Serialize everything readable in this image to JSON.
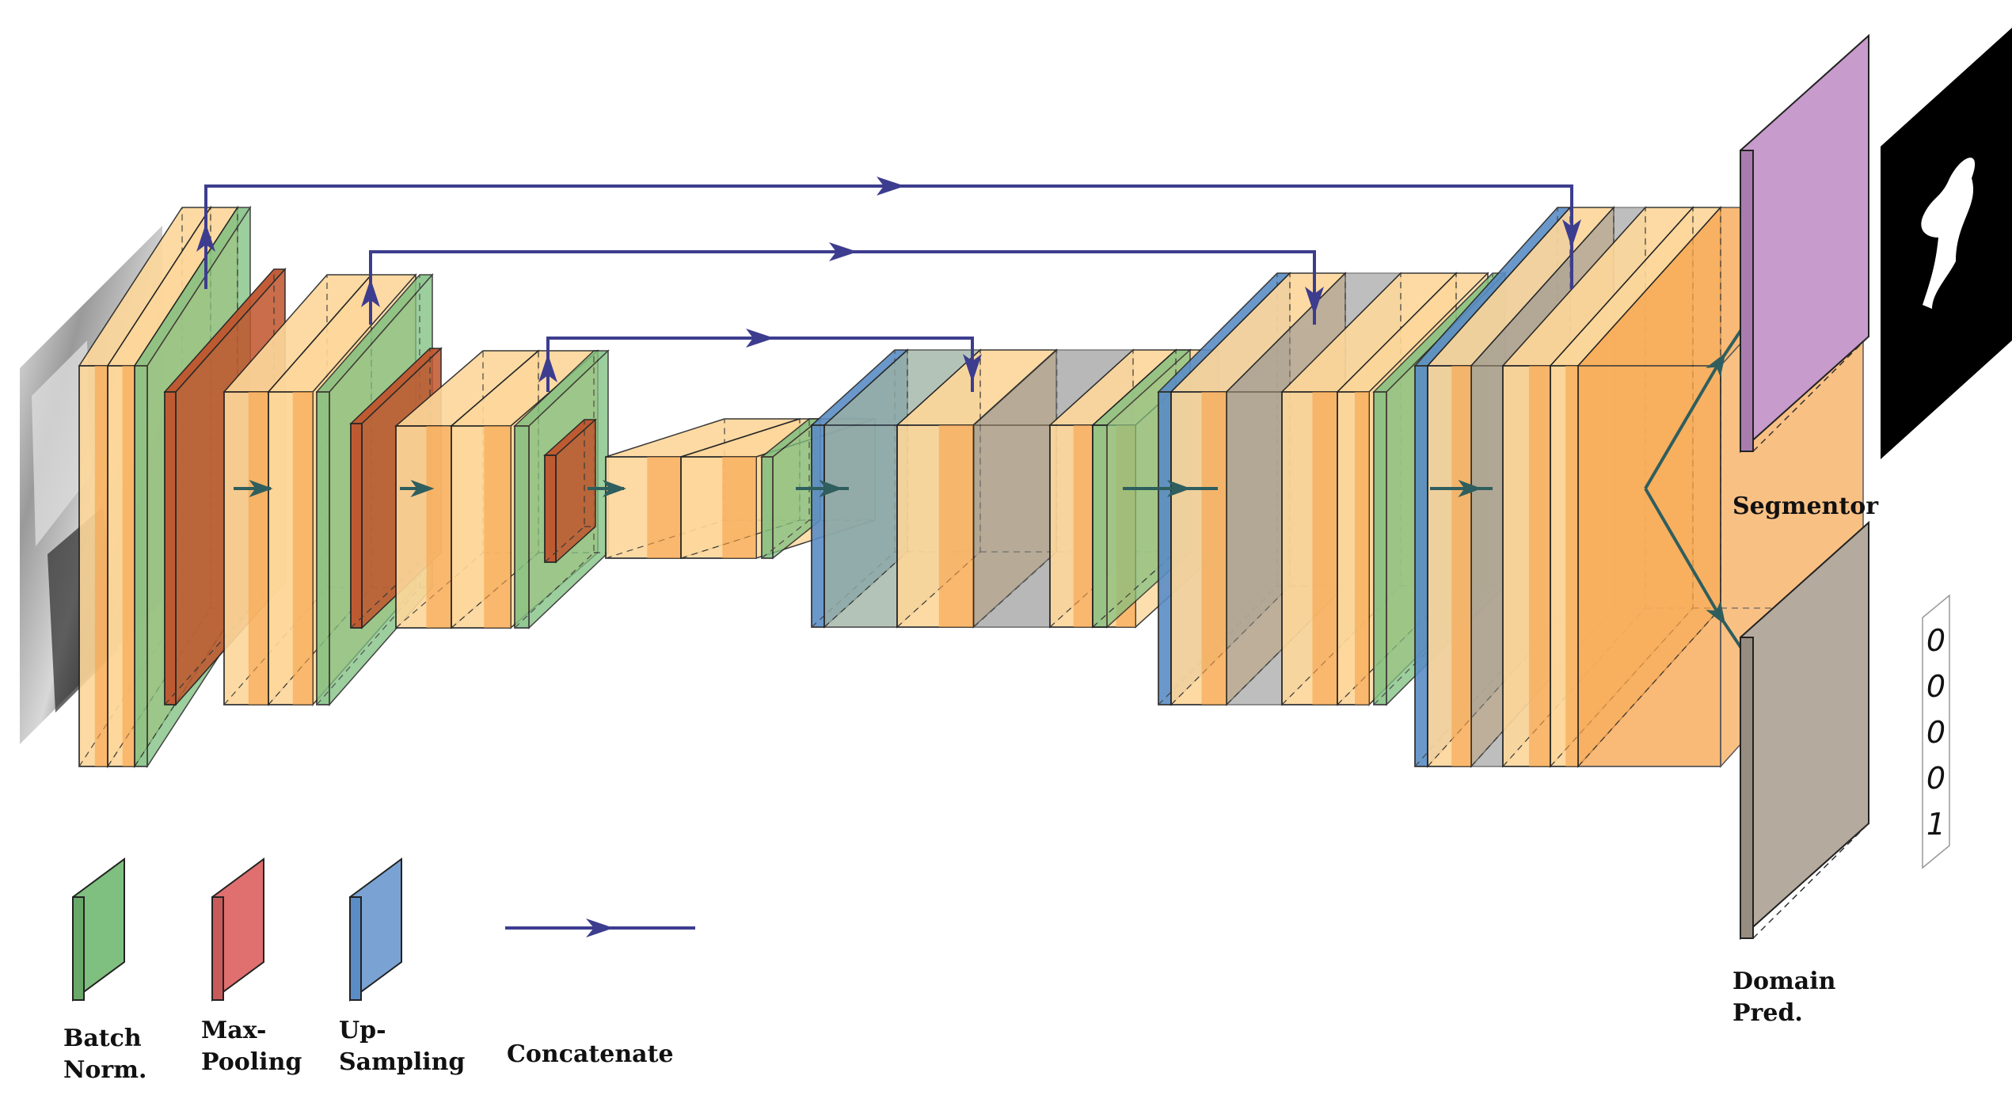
{
  "colors": {
    "conv": "#FDD79A",
    "conv_dark": "#F7A24A",
    "batch_norm": "#7FBF7F",
    "max_pooling": "#E06F6F",
    "up_sampling": "#5A8DC6",
    "concat_arrow": "#3D3D8F",
    "flow_arrow": "#2F5E5E",
    "segmentor": "#C79BCB",
    "domain_pred": "#B5AA9E"
  },
  "icons": {
    "input_image": "mri-slice-image",
    "segmentation_output": "binary-mask-image",
    "domain_output": "handwritten-label-strip"
  },
  "legend": {
    "batch_norm": [
      "Batch",
      "Norm."
    ],
    "max_pooling": [
      "Max-",
      "Pooling"
    ],
    "up_sampling": [
      "Up-",
      "Sampling"
    ],
    "concatenate": "Concatenate"
  },
  "heads": {
    "segmentor": "Segmentor",
    "domain_pred": [
      "Domain",
      "Pred."
    ]
  },
  "domain_digits": [
    "0",
    "0",
    "0",
    "0",
    "1"
  ]
}
